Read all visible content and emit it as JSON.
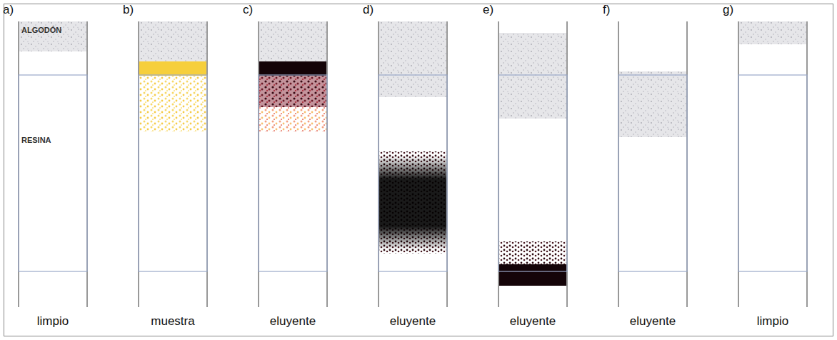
{
  "diagram": {
    "labels": [
      "a)",
      "b)",
      "c)",
      "d)",
      "e)",
      "f)",
      "g)",
      "ALGODÓN",
      "RESINA",
      "limpio",
      "muestra",
      "eluyente",
      "eluyente",
      "eluyente",
      "eluyente",
      "limpio"
    ]
  }
}
